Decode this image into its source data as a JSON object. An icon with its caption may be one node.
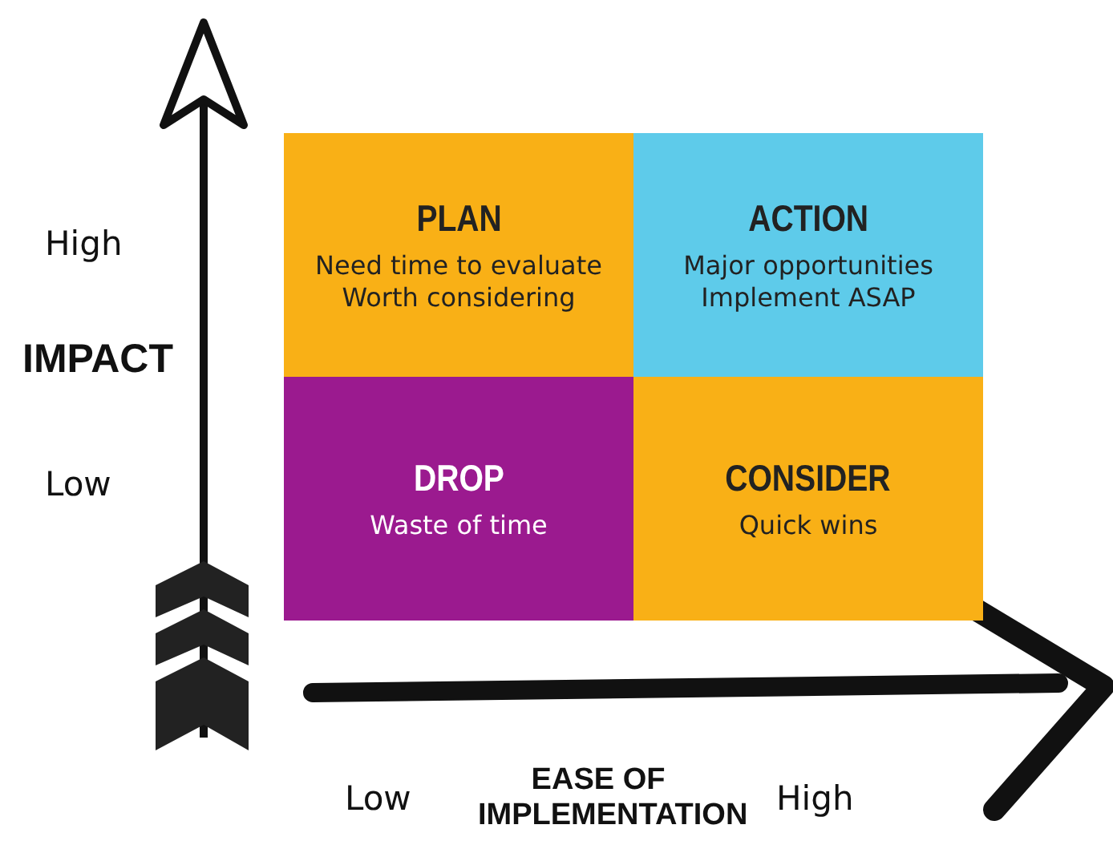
{
  "diagram": {
    "nodes": [
      {
        "text": [
          "PLAN",
          "Need time to evaluate Worth considering"
        ]
      },
      {
        "text": [
          "ACTION",
          "Major opportunities Implement ASAP"
        ]
      },
      {
        "text": [
          "DROP",
          "Waste of time"
        ]
      },
      {
        "text": [
          "CONSIDER",
          "Quick wins"
        ]
      }
    ],
    "labels": [
      "High",
      "IMPACT",
      "Low",
      "Low",
      "EASE OF IMPLEMENTATION",
      "High"
    ]
  }
}
